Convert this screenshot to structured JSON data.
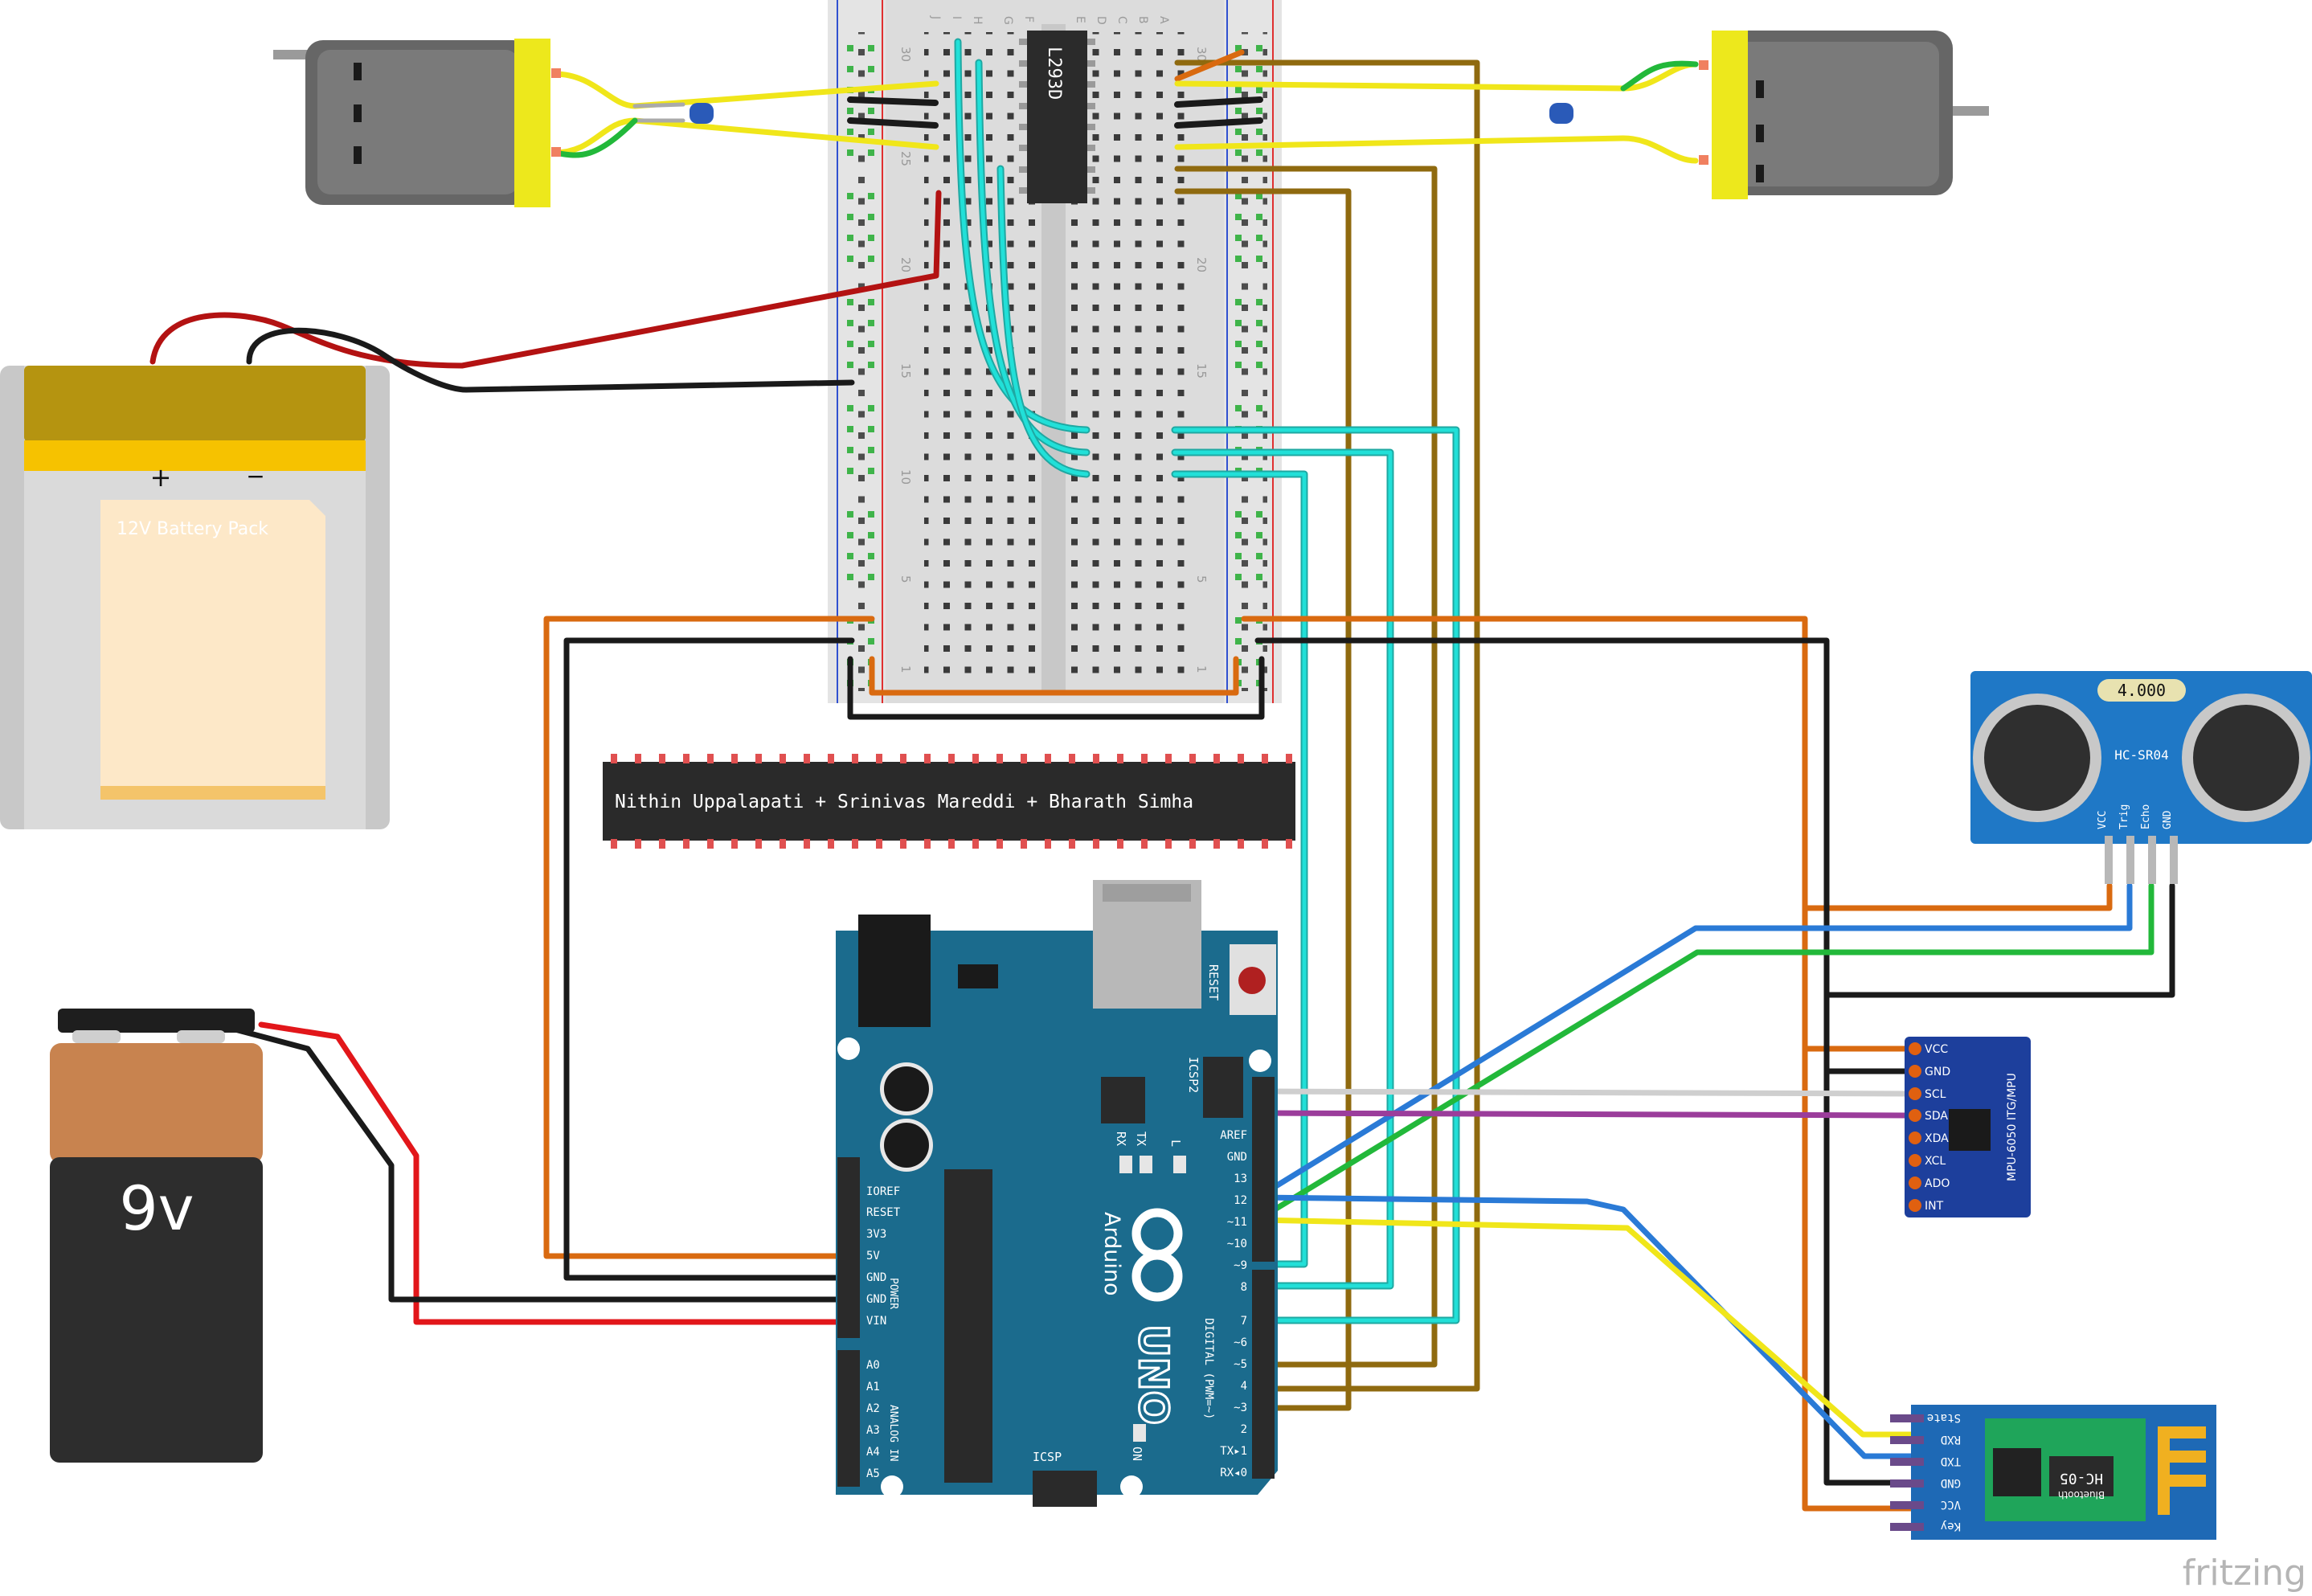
{
  "battery_pack": {
    "plus": "+",
    "minus": "−",
    "label": "12V Battery Pack"
  },
  "battery_9v": {
    "label": "9v"
  },
  "chip_banner": {
    "text": "Nithin Uppalapati + Srinivas Mareddi + Bharath Simha"
  },
  "driver_ic": {
    "label": "L293D"
  },
  "breadboard": {
    "rows": [
      "30",
      "25",
      "20",
      "15",
      "10",
      "5",
      "1"
    ],
    "cols_left": [
      "J",
      "I",
      "H",
      "G",
      "F"
    ],
    "cols_right": [
      "E",
      "D",
      "C",
      "B",
      "A"
    ]
  },
  "arduino": {
    "brand": "Arduino",
    "model": "UNO",
    "reset": "RESET",
    "icsp2": "ICSP2",
    "icsp": "ICSP",
    "on": "ON",
    "tx": "TX",
    "rx": "RX",
    "l": "L",
    "power_label": "POWER",
    "analog_label": "ANALOG IN",
    "digital_label": "DIGITAL (PWM=~)",
    "power_pins": [
      "IOREF",
      "RESET",
      "3V3",
      "5V",
      "GND",
      "GND",
      "VIN"
    ],
    "analog_pins": [
      "A0",
      "A1",
      "A2",
      "A3",
      "A4",
      "A5"
    ],
    "top_pins": [
      "AREF",
      "GND",
      "13",
      "12",
      "~11",
      "~10",
      "~9",
      "8"
    ],
    "bottom_pins": [
      "7",
      "~6",
      "~5",
      "4",
      "~3",
      "2",
      "TX▸1",
      "RX◂0"
    ]
  },
  "ultrasonic": {
    "model": "HC-SR04",
    "display": "4.000",
    "pins": [
      "VCC",
      "Trig",
      "Echo",
      "GND"
    ]
  },
  "mpu": {
    "model": "MPU-6050 ITG/MPU",
    "pins": [
      "VCC",
      "GND",
      "SCL",
      "SDA",
      "XDA",
      "XCL",
      "ADO",
      "INT"
    ]
  },
  "bluetooth": {
    "model": "HC-05",
    "subtitle": "Bluetooth",
    "pins": [
      "State",
      "RXD",
      "TXD",
      "GND",
      "VCC",
      "Key"
    ]
  },
  "watermark": "fritzing",
  "colors": {
    "arduino": "#1b6b8d",
    "breadboard": "#d9d9d9",
    "orange_wire": "#d96a10",
    "brown_wire": "#8f6a0f",
    "cyan_wire": "#21e0d8",
    "yellow_wire": "#f0e61a",
    "red_wire": "#e2161a",
    "black_wire": "#1a1a1a",
    "blue_wire": "#2a7ad6",
    "green_wire": "#22b83a",
    "purple_wire": "#9b3d9b",
    "hc_sr04": "#1f78c6",
    "mpu": "#1d3f9c",
    "bluetooth": "#1e69b5",
    "motor": "#6a6a6a"
  },
  "icons": [
    "dc-motor-icon",
    "capacitor-icon",
    "battery-pack-icon",
    "battery-9v-icon",
    "ultrasonic-sensor-icon",
    "gyro-module-icon",
    "bluetooth-module-icon",
    "arduino-infinity-logo-icon",
    "reset-button-icon"
  ]
}
